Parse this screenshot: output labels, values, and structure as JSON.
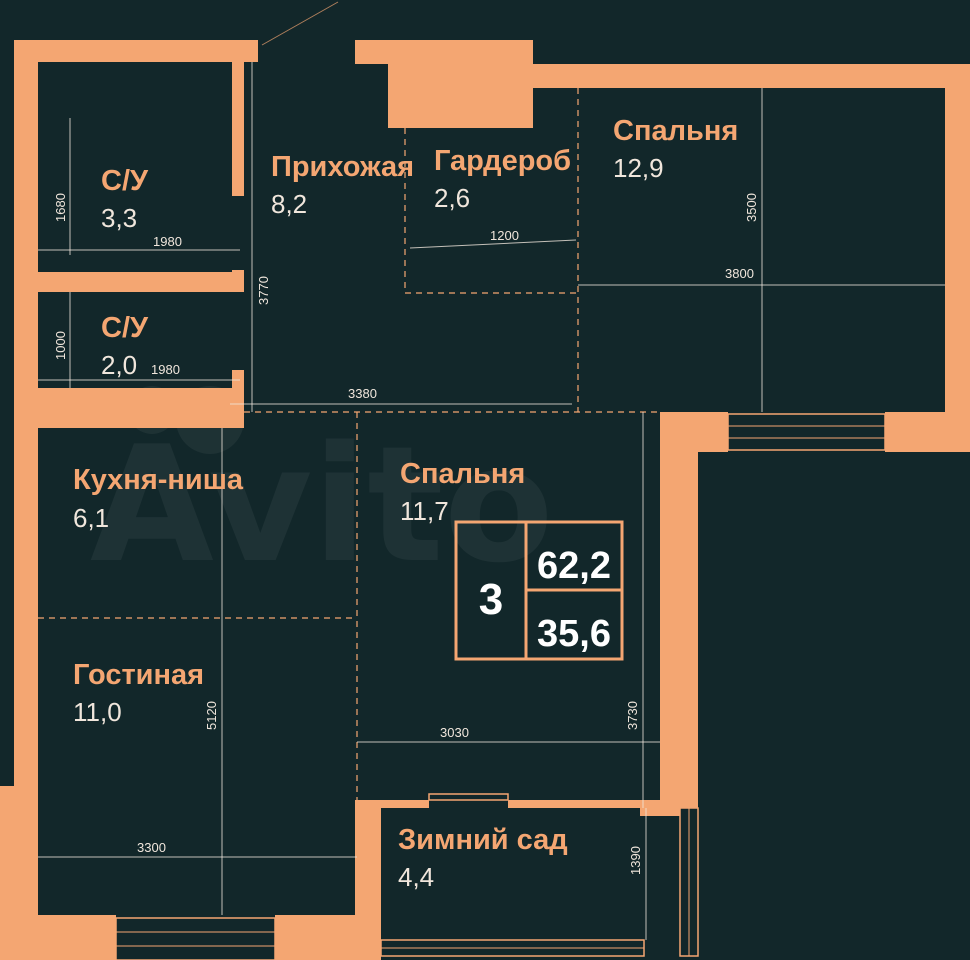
{
  "rooms": [
    {
      "id": "wc1",
      "name": "С/У",
      "area": "3,3"
    },
    {
      "id": "wc2",
      "name": "С/У",
      "area": "2,0"
    },
    {
      "id": "hall",
      "name": "Прихожая",
      "area": "8,2"
    },
    {
      "id": "wardrobe",
      "name": "Гардероб",
      "area": "2,6"
    },
    {
      "id": "bedroom1",
      "name": "Спальня",
      "area": "12,9"
    },
    {
      "id": "kitchen",
      "name": "Кухня-ниша",
      "area": "6,1"
    },
    {
      "id": "bedroom2",
      "name": "Спальня",
      "area": "11,7"
    },
    {
      "id": "living",
      "name": "Гостиная",
      "area": "11,0"
    },
    {
      "id": "garden",
      "name": "Зимний сад",
      "area": "4,4"
    }
  ],
  "dimensions": {
    "wc1_height": "1680",
    "wc1_width": "1980",
    "wc2_height": "1000",
    "wc2_width": "1980",
    "hall_height": "3770",
    "hall_width": "3380",
    "wardrobe_width": "1200",
    "bedroom1_height": "3500",
    "bedroom1_width": "3800",
    "living_height": "5120",
    "living_width": "3300",
    "bedroom2_width": "3030",
    "bedroom2_height": "3730",
    "garden_height": "1390"
  },
  "summary": {
    "rooms_count": "3",
    "total_area": "62,2",
    "living_area": "35,6"
  },
  "watermark": "Avito",
  "colors": {
    "background": "#12272a",
    "wall": "#f4a672",
    "area_text": "#f0e6dc",
    "summary_text": "#ffffff"
  }
}
